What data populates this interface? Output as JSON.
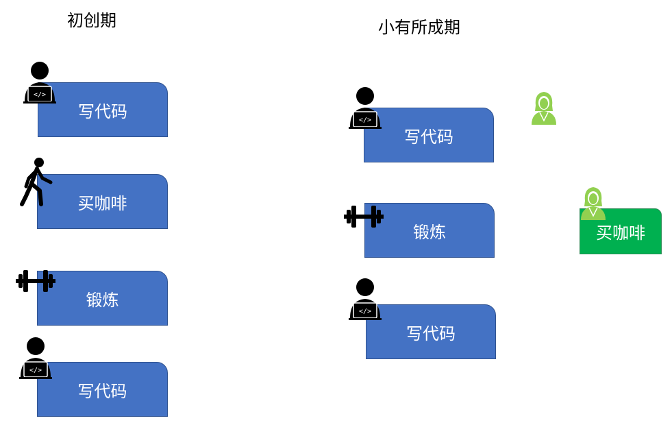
{
  "headings": {
    "early": "初创期",
    "growth": "小有所成期"
  },
  "early_tasks": {
    "t1": "写代码",
    "t2": "买咖啡",
    "t3": "锻炼",
    "t4": "写代码"
  },
  "growth_tasks": {
    "t1": "写代码",
    "t2": "锻炼",
    "t3": "写代码",
    "coffee": "买咖啡"
  },
  "colors": {
    "task_box": "#4472C4",
    "delegated_box": "#00B050",
    "assistant_icon": "#92D050"
  },
  "icons": [
    "programmer-icon",
    "walking-person-icon",
    "dumbbell-icon",
    "assistant-icon"
  ]
}
